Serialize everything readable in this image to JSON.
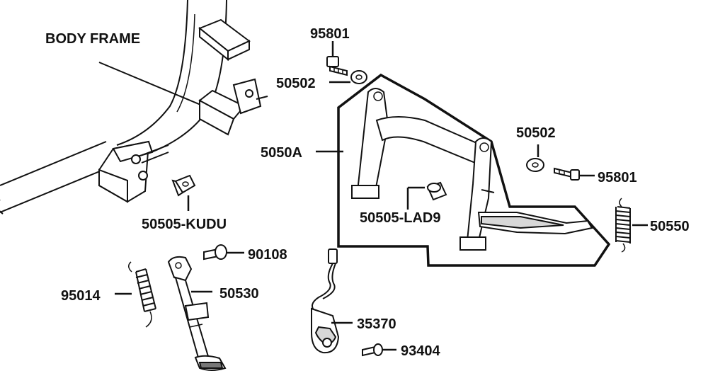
{
  "frame_label": "BODY FRAME",
  "parts": {
    "bolt_top": "95801",
    "washer_top": "50502",
    "main_stand": "5050A",
    "washer_right": "50502",
    "bolt_right": "95801",
    "bushing_left": "50505-KUDU",
    "bushing_center": "50505-LAD9",
    "spring_main": "50550",
    "bolt_side": "90108",
    "spring_side": "95014",
    "side_stand": "50530",
    "switch": "35370",
    "screw": "93404"
  }
}
